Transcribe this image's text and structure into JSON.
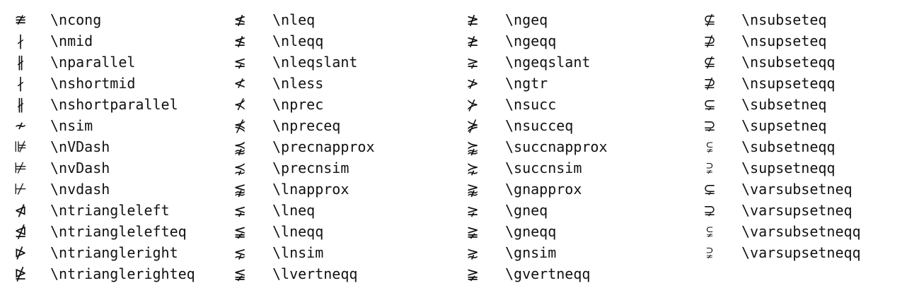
{
  "columns": [
    {
      "rows": [
        {
          "symbol": "≇",
          "command": "\\ncong"
        },
        {
          "symbol": "∤",
          "command": "\\nmid"
        },
        {
          "symbol": "∦",
          "command": "\\nparallel"
        },
        {
          "symbol": "∤",
          "command": "\\nshortmid"
        },
        {
          "symbol": "∦",
          "command": "\\nshortparallel"
        },
        {
          "symbol": "≁",
          "command": "\\nsim"
        },
        {
          "symbol": "⊯",
          "command": "\\nVDash"
        },
        {
          "symbol": "⊭",
          "command": "\\nvDash"
        },
        {
          "symbol": "⊬",
          "command": "\\nvdash"
        },
        {
          "symbol": "⋪",
          "command": "\\ntriangleleft"
        },
        {
          "symbol": "⋬",
          "command": "\\ntrianglelefteq"
        },
        {
          "symbol": "⋫",
          "command": "\\ntriangleright"
        },
        {
          "symbol": "⋭",
          "command": "\\ntrianglerighteq"
        }
      ]
    },
    {
      "rows": [
        {
          "symbol": "≰",
          "command": "\\nleq"
        },
        {
          "symbol": "≰",
          "command": "\\nleqq"
        },
        {
          "symbol": "⪇",
          "command": "\\nleqslant"
        },
        {
          "symbol": "≮",
          "command": "\\nless"
        },
        {
          "symbol": "⊀",
          "command": "\\nprec"
        },
        {
          "symbol": "⋠",
          "command": "\\npreceq"
        },
        {
          "symbol": "⪹",
          "command": "\\precnapprox"
        },
        {
          "symbol": "⋨",
          "command": "\\precnsim"
        },
        {
          "symbol": "⪉",
          "command": "\\lnapprox"
        },
        {
          "symbol": "⪇",
          "command": "\\lneq"
        },
        {
          "symbol": "≨",
          "command": "\\lneqq"
        },
        {
          "symbol": "⋦",
          "command": "\\lnsim"
        },
        {
          "symbol": "≨",
          "command": "\\lvertneqq"
        }
      ]
    },
    {
      "rows": [
        {
          "symbol": "≱",
          "command": "\\ngeq"
        },
        {
          "symbol": "≱",
          "command": "\\ngeqq"
        },
        {
          "symbol": "⪈",
          "command": "\\ngeqslant"
        },
        {
          "symbol": "≯",
          "command": "\\ngtr"
        },
        {
          "symbol": "⊁",
          "command": "\\nsucc"
        },
        {
          "symbol": "⋡",
          "command": "\\nsucceq"
        },
        {
          "symbol": "⪺",
          "command": "\\succnapprox"
        },
        {
          "symbol": "⋩",
          "command": "\\succnsim"
        },
        {
          "symbol": "⪊",
          "command": "\\gnapprox"
        },
        {
          "symbol": "⪈",
          "command": "\\gneq"
        },
        {
          "symbol": "≩",
          "command": "\\gneqq"
        },
        {
          "symbol": "⋧",
          "command": "\\gnsim"
        },
        {
          "symbol": "≩",
          "command": "\\gvertneqq"
        }
      ]
    },
    {
      "rows": [
        {
          "symbol": "⊈",
          "command": "\\nsubseteq"
        },
        {
          "symbol": "⊉",
          "command": "\\nsupseteq"
        },
        {
          "symbol": "⊈",
          "command": "\\nsubseteqq"
        },
        {
          "symbol": "⊉",
          "command": "\\nsupseteqq"
        },
        {
          "symbol": "⊊",
          "command": "\\subsetneq"
        },
        {
          "symbol": "⊋",
          "command": "\\supsetneq"
        },
        {
          "symbol": "⫋",
          "command": "\\subsetneqq"
        },
        {
          "symbol": "⫌",
          "command": "\\supsetneqq"
        },
        {
          "symbol": "⊊",
          "command": "\\varsubsetneq"
        },
        {
          "symbol": "⊋",
          "command": "\\varsupsetneq"
        },
        {
          "symbol": "⫋",
          "command": "\\varsubsetneqq"
        },
        {
          "symbol": "⫌",
          "command": "\\varsupsetneqq"
        }
      ]
    }
  ]
}
